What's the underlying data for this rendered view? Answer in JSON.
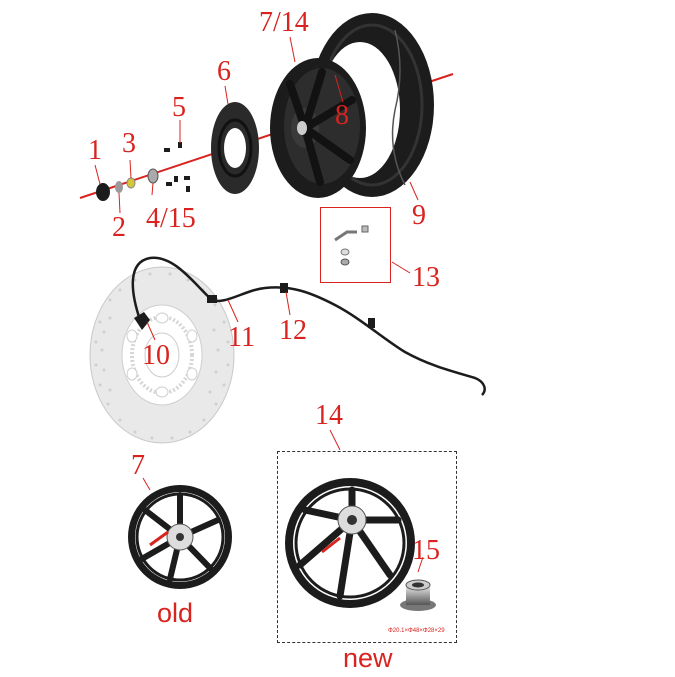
{
  "labels": {
    "l1": "1",
    "l2": "2",
    "l3": "3",
    "l4": "4/15",
    "l5": "5",
    "l6": "6",
    "l7a": "7/14",
    "l8": "8",
    "l9": "9",
    "l10": "10",
    "l11": "11",
    "l12": "12",
    "l13": "13",
    "l14": "14",
    "l7b": "7",
    "l15": "15"
  },
  "captions": {
    "old": "old",
    "new": "new"
  },
  "spacer_spec": "Φ20.1×Φ48×Φ28×29",
  "colors": {
    "label": "#d8231f",
    "part": "#1c1c1c",
    "disc": "#e6e6e6"
  }
}
